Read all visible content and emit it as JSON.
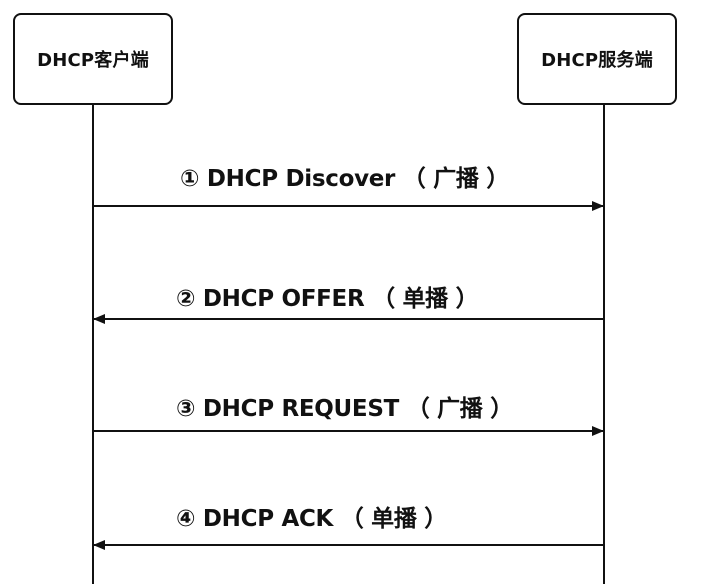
{
  "actors": {
    "client": {
      "label": "DHCP客户端"
    },
    "server": {
      "label": "DHCP服务端"
    }
  },
  "messages": [
    {
      "label": "① DHCP Discover （ 广播 ）",
      "direction": "client-to-server"
    },
    {
      "label": "② DHCP OFFER （ 单播 ）",
      "direction": "server-to-client"
    },
    {
      "label": "③ DHCP REQUEST （ 广播 ）",
      "direction": "client-to-server"
    },
    {
      "label": "④ DHCP ACK （ 单播 ）",
      "direction": "server-to-client"
    }
  ],
  "colors": {
    "line": "#111111",
    "background": "#ffffff"
  }
}
